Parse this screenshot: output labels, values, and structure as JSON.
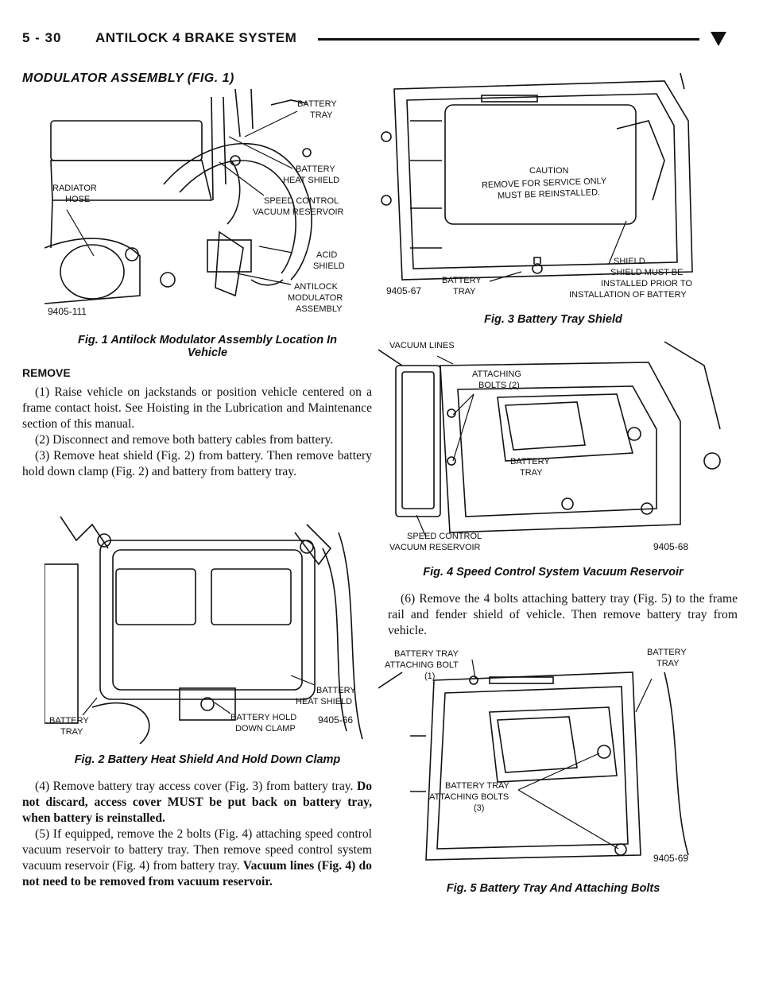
{
  "header": {
    "page_num": "5 - 30",
    "title": "ANTILOCK 4 BRAKE SYSTEM"
  },
  "section_title": "MODULATOR ASSEMBLY (FIG. 1)",
  "fig1": {
    "caption_line1": "Fig. 1 Antilock Modulator Assembly Location In",
    "caption_line2": "Vehicle",
    "id": "9405-111",
    "labels": {
      "battery_tray_1": "BATTERY",
      "battery_tray_2": "TRAY",
      "heat_shield_1": "BATTERY",
      "heat_shield_2": "HEAT SHIELD",
      "radiator_1": "RADIATOR",
      "radiator_2": "HOSE",
      "speed_1": "SPEED CONTROL",
      "speed_2": "VACUUM RESERVOIR",
      "acid_1": "ACID",
      "acid_2": "SHIELD",
      "antilock_1": "ANTILOCK",
      "antilock_2": "MODULATOR",
      "antilock_3": "ASSEMBLY"
    }
  },
  "fig2": {
    "caption": "Fig. 2 Battery Heat Shield And Hold Down Clamp",
    "id": "9405-66",
    "labels": {
      "heat_1": "BATTERY",
      "heat_2": "HEAT SHIELD",
      "tray_1": "BATTERY",
      "tray_2": "TRAY",
      "hold_1": "BATTERY HOLD",
      "hold_2": "DOWN CLAMP"
    }
  },
  "fig3": {
    "caption": "Fig. 3 Battery Tray Shield",
    "id": "9405-67",
    "labels": {
      "caution_1": "CAUTION",
      "caution_2": "REMOVE FOR SERVICE ONLY",
      "caution_3": "MUST BE REINSTALLED.",
      "shield": "SHIELD",
      "must_1": "SHIELD MUST BE",
      "must_2": "INSTALLED PRIOR TO",
      "must_3": "INSTALLATION OF BATTERY",
      "tray_1": "BATTERY",
      "tray_2": "TRAY"
    }
  },
  "fig4": {
    "caption": "Fig. 4 Speed Control System Vacuum Reservoir",
    "id": "9405-68",
    "labels": {
      "vac": "VACUUM LINES",
      "bolts_1": "ATTACHING",
      "bolts_2": "BOLTS (2)",
      "tray_1": "BATTERY",
      "tray_2": "TRAY",
      "speed_1": "SPEED CONTROL",
      "speed_2": "VACUUM RESERVOIR"
    }
  },
  "fig5": {
    "caption": "Fig. 5 Battery Tray And Attaching Bolts",
    "id": "9405-69",
    "labels": {
      "bolt_1": "BATTERY TRAY",
      "bolt_2": "ATTACHING BOLT",
      "bolt_3": "(1)",
      "tray_1": "BATTERY",
      "tray_2": "TRAY",
      "bolts_1": "BATTERY TRAY",
      "bolts_2": "ATTACHING BOLTS",
      "bolts_3": "(3)"
    }
  },
  "remove": {
    "heading": "REMOVE",
    "step1": "(1) Raise vehicle on jackstands or position vehicle centered on a frame contact hoist. See Hoisting in the Lubrication and Maintenance section of this manual.",
    "step2": "(2) Disconnect and remove both battery cables from battery.",
    "step3": "(3) Remove heat shield (Fig. 2) from battery. Then remove battery hold down clamp (Fig. 2) and battery from battery tray.",
    "step4_text": "(4) Remove battery tray access cover (Fig. 3) from battery tray.",
    "step4_bold": "Do not discard, access cover MUST be put back on battery tray, when battery is reinstalled.",
    "step5_text": "(5) If equipped, remove the 2 bolts (Fig. 4) attaching speed control vacuum reservoir to battery tray. Then remove speed control system vacuum reservoir (Fig. 4) from battery tray.",
    "step5_bold": "Vacuum lines (Fig. 4) do not need to be removed from vacuum reservoir.",
    "step6": "(6) Remove the 4 bolts attaching battery tray (Fig. 5) to the frame rail and fender shield of vehicle. Then remove battery tray from vehicle."
  }
}
